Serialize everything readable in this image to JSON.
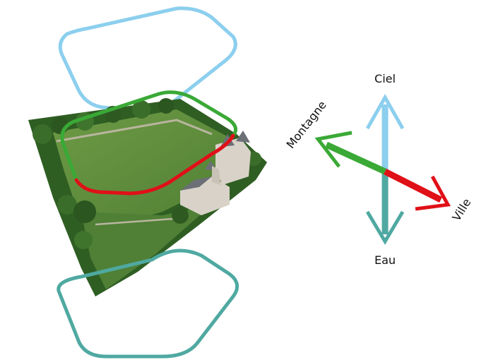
{
  "labels": {
    "ciel": "Ciel",
    "montagne": "Montagne",
    "ville": "Ville",
    "eau": "Eau"
  },
  "colors": {
    "ciel": "#8ccfee",
    "montagne": "#3aa936",
    "ville": "#e01018",
    "eau": "#4fa9a1",
    "grass": "#5f8d3c",
    "trees": "#2f5e23",
    "castle": "#d8d2c8",
    "roof": "#6b7076"
  }
}
